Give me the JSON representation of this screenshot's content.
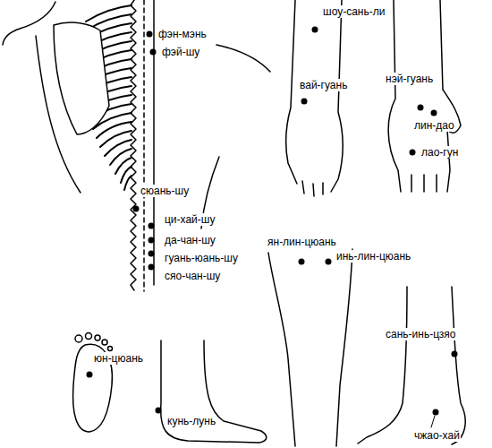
{
  "diagram": {
    "labels": [
      "фэн-мэнь",
      "фэй-шу",
      "сюань-шу",
      "ци-хай-шу",
      "да-чан-шу",
      "гуань-юань-шу",
      "сяо-чан-шу",
      "шоу-сань-ли",
      "вай-гуань",
      "нэй-гуань",
      "лин-дао",
      "лао-гун",
      "ян-лин-цюань",
      "инь-лин-цюань",
      "сань-инь-цзяо",
      "юн-цюань",
      "кунь-лунь",
      "чжао-хай"
    ]
  }
}
